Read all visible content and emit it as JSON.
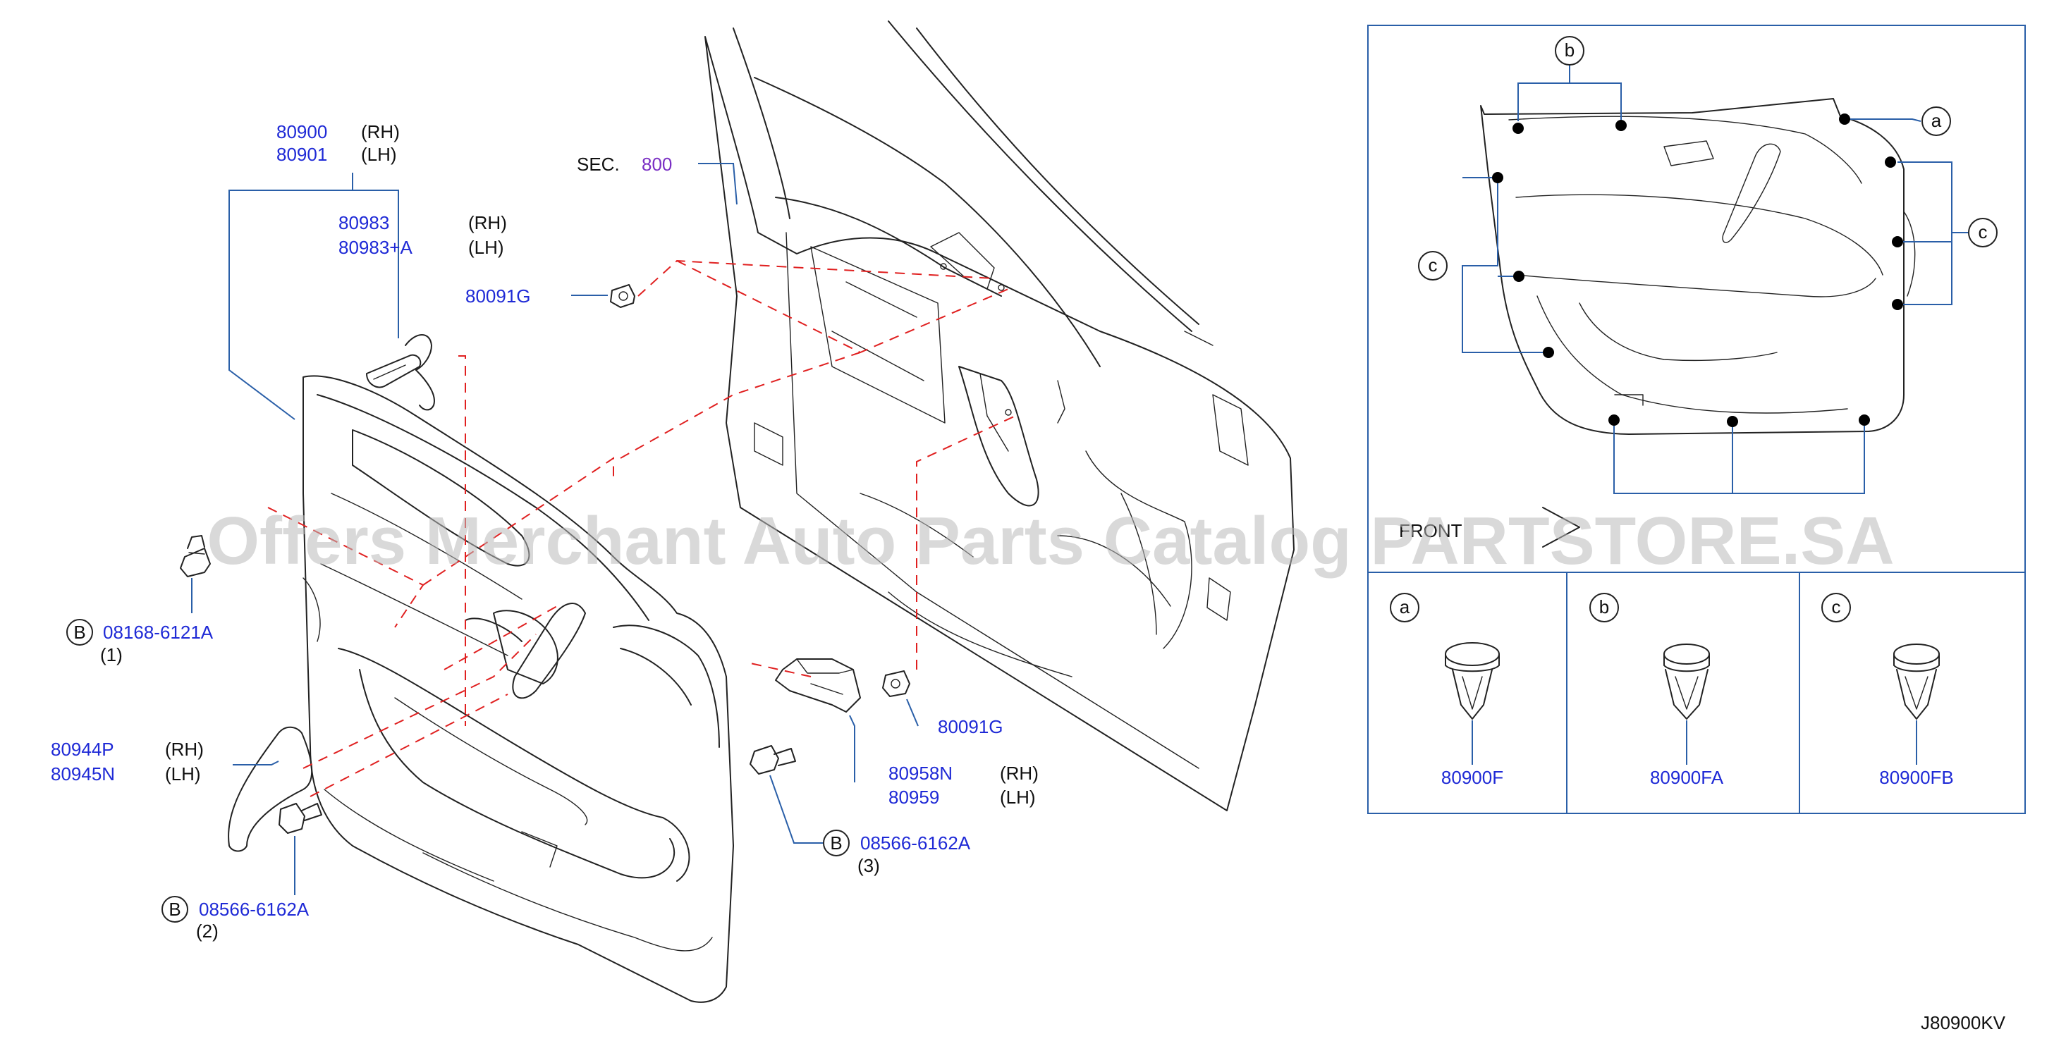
{
  "watermark": "Offers Merchant Auto Parts Catalog PARTSTORE.SA",
  "diagram_code": "J80900KV",
  "section_ref": {
    "prefix": "SEC.",
    "number": "800"
  },
  "callouts": {
    "trim_main": {
      "rh_part": "80900",
      "lh_part": "80901",
      "rh": "(RH)",
      "lh": "(LH)"
    },
    "handle": {
      "rh_part": "80983",
      "lh_part": "80983+A",
      "rh": "(RH)",
      "lh": "(LH)"
    },
    "clip_top": {
      "part": "80091G"
    },
    "bolt_1": {
      "badge": "B",
      "part": "08168-6121A",
      "qty": "(1)"
    },
    "pull_grip": {
      "rh_part": "80944P",
      "lh_part": "80945N",
      "rh": "(RH)",
      "lh": "(LH)"
    },
    "bolt_2": {
      "badge": "B",
      "part": "08566-6162A",
      "qty": "(2)"
    },
    "clip_mid": {
      "part": "80091G"
    },
    "bracket": {
      "rh_part": "80958N",
      "lh_part": "80959",
      "rh": "(RH)",
      "lh": "(LH)"
    },
    "bolt_3": {
      "badge": "B",
      "part": "08566-6162A",
      "qty": "(3)"
    }
  },
  "inset": {
    "letters": {
      "a": "a",
      "b": "b",
      "c": "c"
    },
    "front_label": "FRONT",
    "clips": [
      {
        "letter": "a",
        "part": "80900F"
      },
      {
        "letter": "b",
        "part": "80900FA"
      },
      {
        "letter": "c",
        "part": "80900FB"
      }
    ]
  }
}
